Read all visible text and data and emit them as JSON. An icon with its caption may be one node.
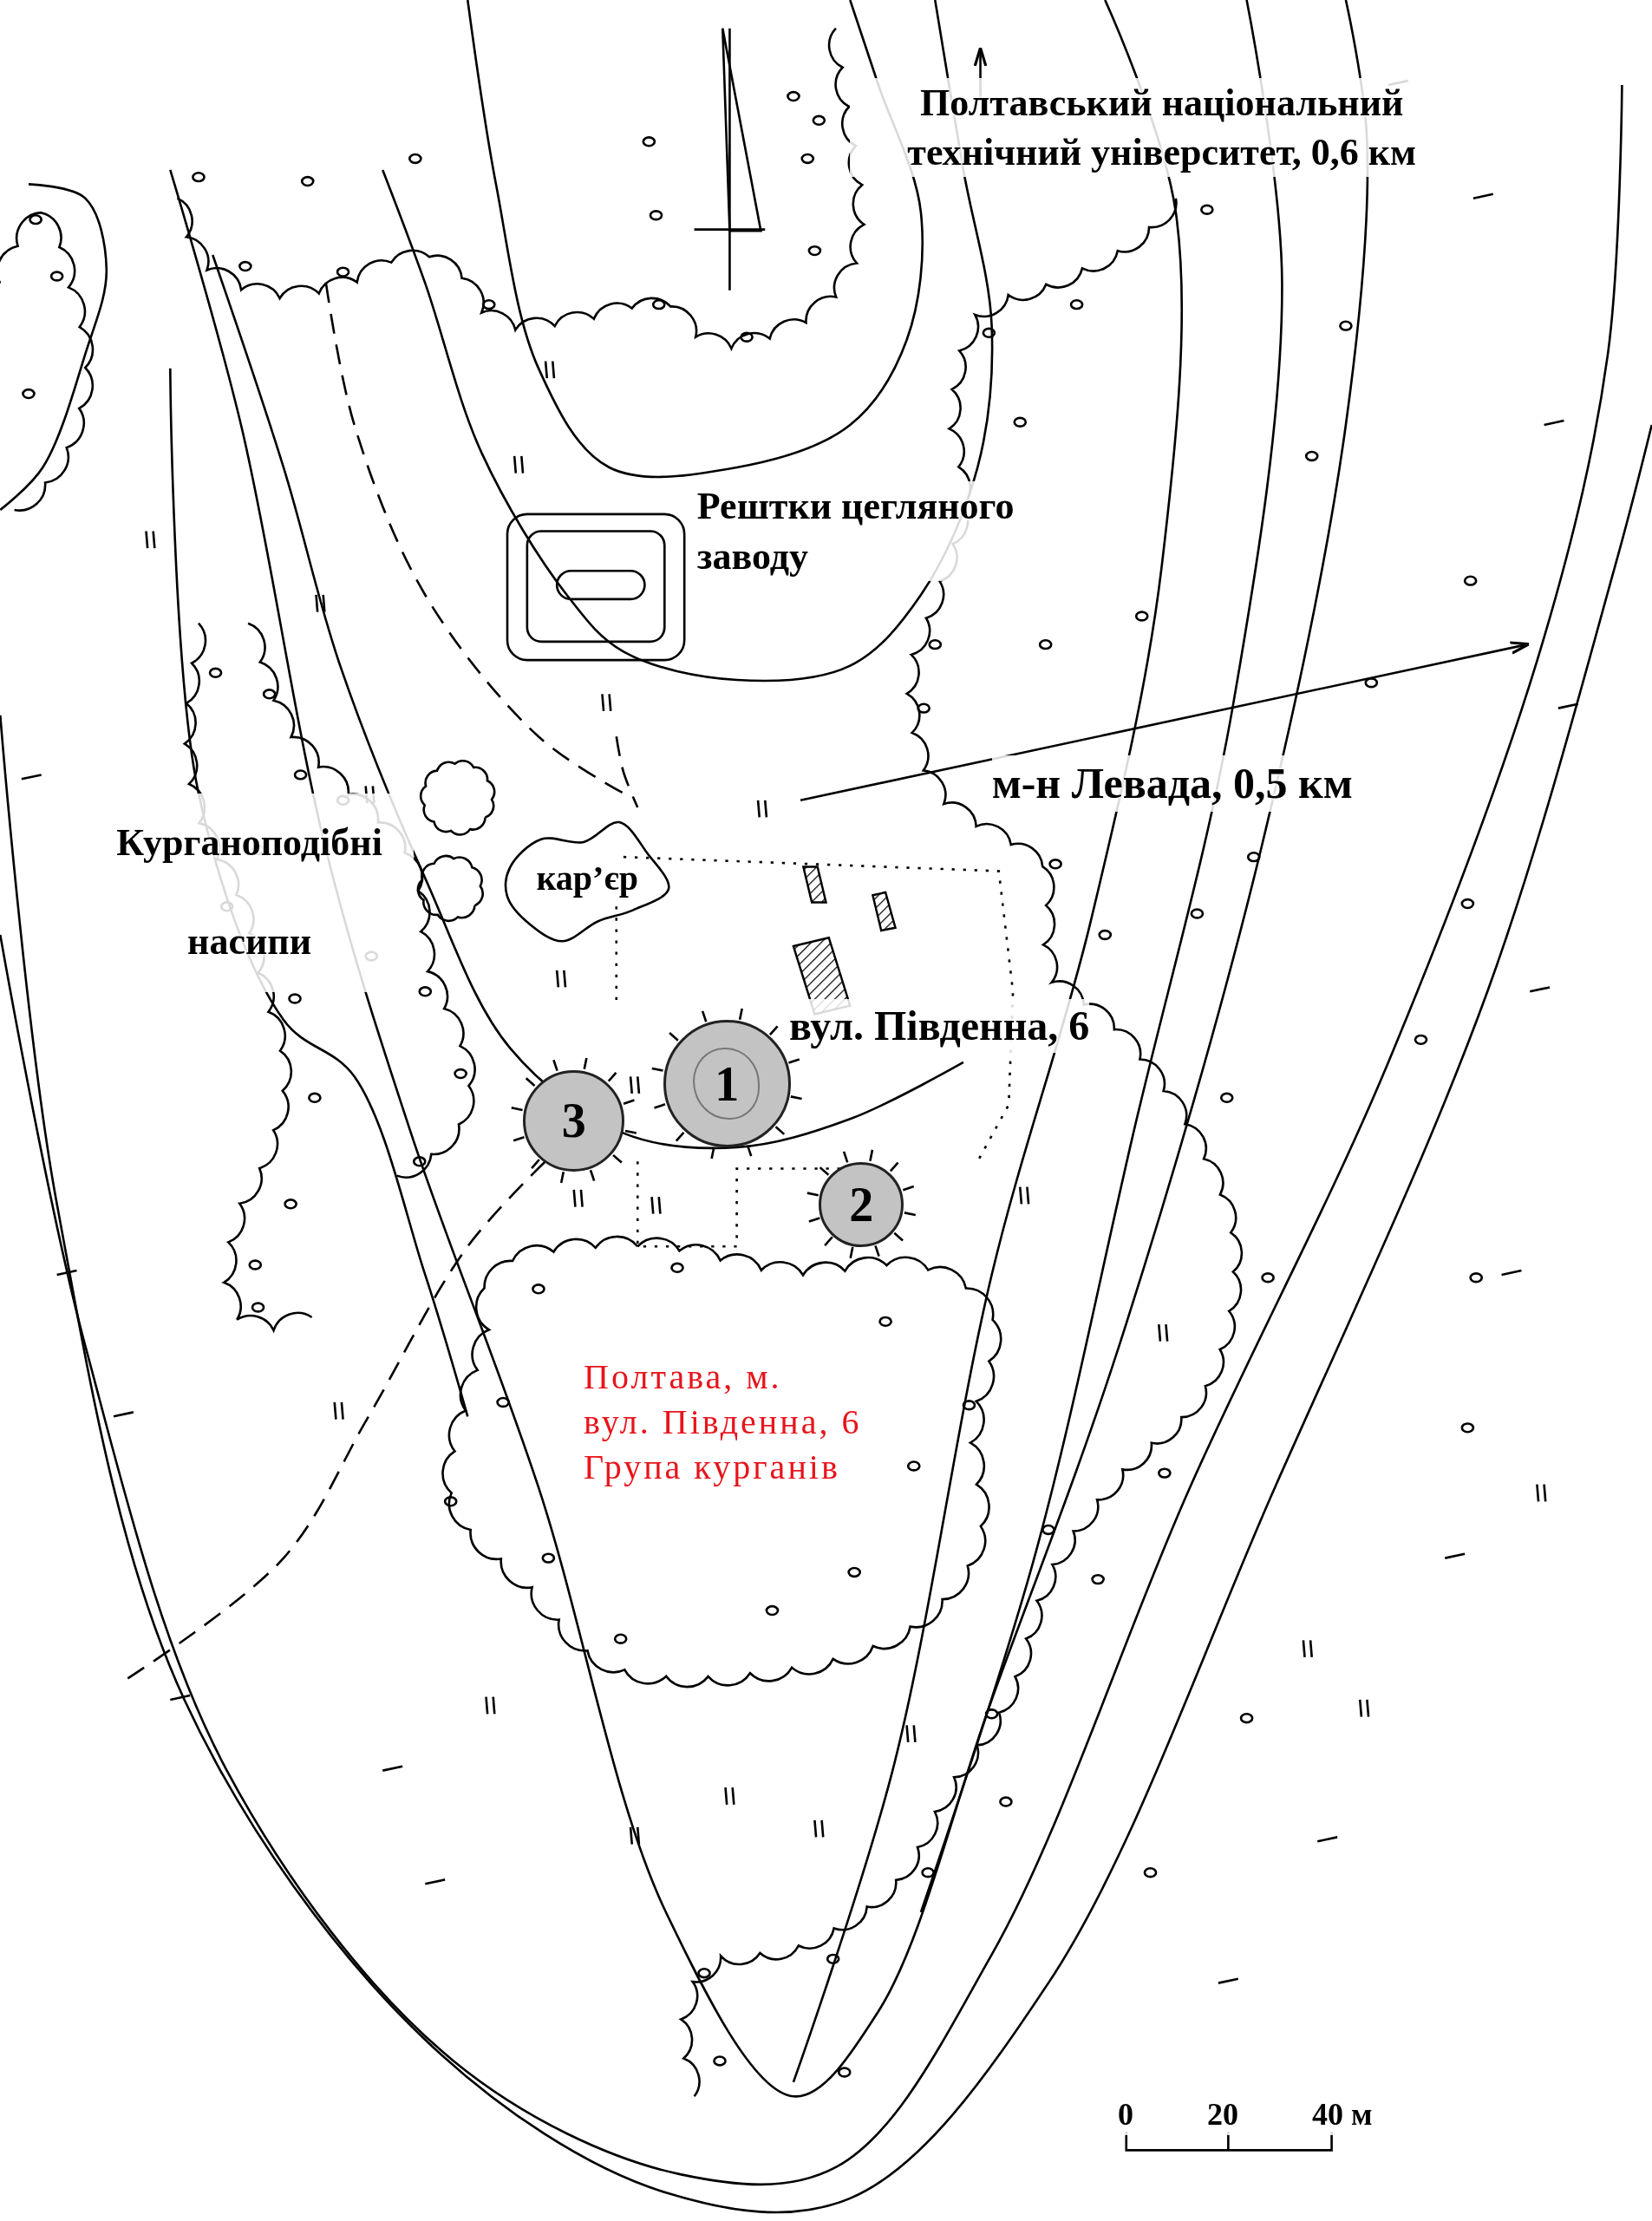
{
  "diagram": {
    "nodes": [
      {
        "text": [
          "кар’єр"
        ]
      },
      {
        "text": [
          "1"
        ]
      },
      {
        "text": [
          "3"
        ]
      },
      {
        "text": [
          "2"
        ]
      }
    ],
    "labels": [
      "Полтавський національний технічний університет, 0,6 км",
      "Рештки цегляного заводу",
      "м-н Левада, 0,5 км",
      "Курганоподібні насипи",
      "вул. Південна, 6",
      "Полтава, м.",
      "вул. Південна, 6",
      "Група курганів",
      "0",
      "20",
      "40 м"
    ]
  }
}
